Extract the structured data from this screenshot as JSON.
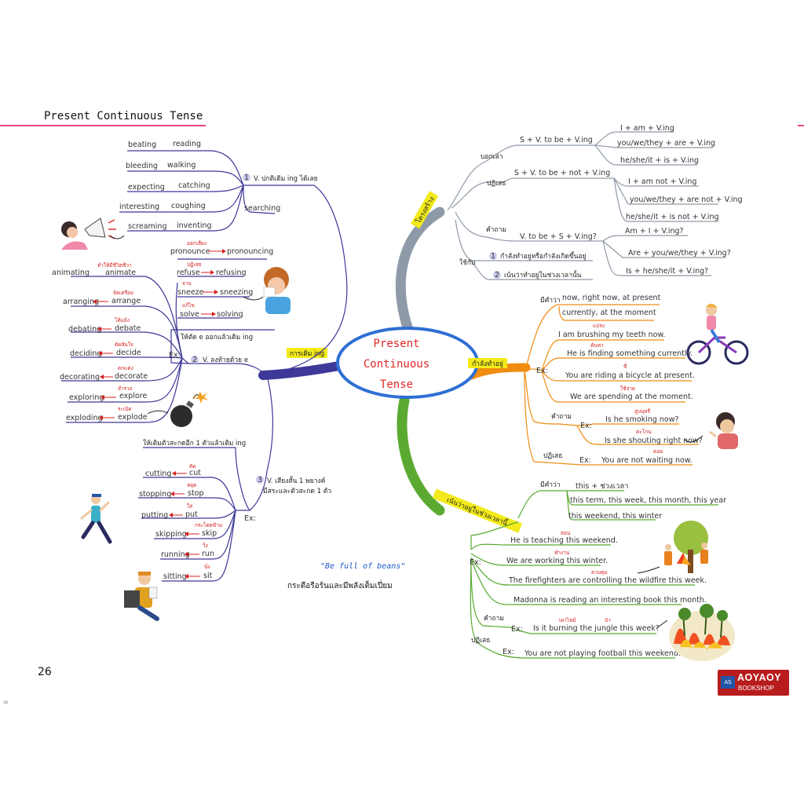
{
  "header": {
    "title": "Present Continuous Tense",
    "page_number": "26",
    "corner_mark": "26"
  },
  "center": {
    "line1": "Present",
    "line2": "Continuous",
    "line3": "Tense"
  },
  "colors": {
    "structure": "#8e9aa8",
    "rules": "#3e3898",
    "usage": "#f08c10",
    "timeframe": "#5aaa32",
    "accent": "#e8468a",
    "highlight": "#f2ea1a"
  },
  "branches": {
    "structure": "โครงสร้าง",
    "rules": "การเติม ing",
    "usage": "กำลังทำอยู่",
    "timeframe": "เน้นว่าอยู่ในช่วงเวลานี้"
  },
  "structure": {
    "affirmative_label": "บอกเล่า",
    "affirmative_formula": "S + V. to be + V.ing",
    "affirmative_rows": [
      "I + am + V.ing",
      "you/we/they + are + V.ing",
      "he/she/it + is + V.ing"
    ],
    "negative_label": "ปฏิเสธ",
    "negative_formula": "S + V. to be + not + V.ing",
    "negative_rows": [
      "I + am not + V.ing",
      "you/we/they + are not + V.ing",
      "he/she/it + is not + V.ing"
    ],
    "question_label": "คำถาม",
    "question_formula": "V. to be + S + V.ing?",
    "question_rows": [
      "Am + I + V.ing?",
      "Are + you/we/they + V.ing?",
      "Is + he/she/it + V.ing?"
    ],
    "usage_label": "ใช้กับ",
    "usage_1": "กำลังทำอยู่หรือกำลังเกิดขึ้นอยู่",
    "usage_2": "เน้นว่าทำอยู่ในช่วงเวลานั้น"
  },
  "rules": {
    "rule1_num": "1",
    "rule1": "V. ปกติเติม ing ได้เลย",
    "rule1_pairs": [
      [
        "beating",
        "reading"
      ],
      [
        "bleeding",
        "walking"
      ],
      [
        "expecting",
        "catching"
      ],
      [
        "interesting",
        "coughing"
      ],
      [
        "screaming",
        "inventing"
      ]
    ],
    "rule1_single": "searching",
    "rule2_intro": "ให้ตัด e ออกแล้วเติม ing",
    "rule2_num": "2",
    "rule2": "V. ลงท้ายด้วย e",
    "rule2_ex": "Ex:",
    "rule2_upper": [
      {
        "base": "pronounce",
        "ing": "pronouncing",
        "th": "ออกเสียง"
      },
      {
        "base": "refuse",
        "ing": "refusing",
        "th": "ปฏิเสธ"
      },
      {
        "base": "sneeze",
        "ing": "sneezing",
        "th": "จาม"
      },
      {
        "base": "solve",
        "ing": "solving",
        "th": "แก้ไข"
      }
    ],
    "rule2_lower": [
      {
        "ing": "animating",
        "base": "animate",
        "th": "ทำให้มีชีวิตชีวา"
      },
      {
        "ing": "arranging",
        "base": "arrange",
        "th": "จัดเตรียม"
      },
      {
        "ing": "debating",
        "base": "debate",
        "th": "โต้แย้ง"
      },
      {
        "ing": "deciding",
        "base": "decide",
        "th": "ตัดสินใจ"
      },
      {
        "ing": "decorating",
        "base": "decorate",
        "th": "ตกแต่ง"
      },
      {
        "ing": "exploring",
        "base": "explore",
        "th": "สำรวจ"
      },
      {
        "ing": "exploding",
        "base": "explode",
        "th": "ระเบิด"
      }
    ],
    "rule3_intro": "ให้เติมตัวสะกดอีก 1 ตัวแล้วเติม ing",
    "rule3_num": "3",
    "rule3_line1": "V. เสียงสั้น 1 พยางค์",
    "rule3_line2": "มีสระและตัวสะกด 1 ตัว",
    "rule3_ex": "Ex:",
    "rule3_items": [
      {
        "ing": "cutting",
        "base": "cut",
        "th": "ตัด"
      },
      {
        "ing": "stopping",
        "base": "stop",
        "th": "หยุด"
      },
      {
        "ing": "putting",
        "base": "put",
        "th": "ใส่"
      },
      {
        "ing": "skipping",
        "base": "skip",
        "th": "กระโดดข้าม"
      },
      {
        "ing": "running",
        "base": "run",
        "th": "วิ่ง"
      },
      {
        "ing": "sitting",
        "base": "sit",
        "th": "นั่ง"
      }
    ]
  },
  "usage": {
    "keywords_label": "มีคำว่า",
    "keywords_1": "now, right now, at present",
    "keywords_2": "currently, at the moment",
    "ex_label": "Ex:",
    "examples": [
      {
        "text": "I am brushing my teeth now.",
        "th": "แปรง"
      },
      {
        "text": "He is finding something currently.",
        "th": "ค้นหา"
      },
      {
        "text": "You are riding a bicycle at present.",
        "th": "ขี่"
      },
      {
        "text": "We are spending at the moment.",
        "th": "ใช้จ่าย"
      }
    ],
    "question_label": "คำถาม",
    "question_ex": "Ex:",
    "questions": [
      {
        "text": "Is he smoking now?",
        "th": "สูบบุหรี่"
      },
      {
        "text": "Is she shouting right now?",
        "th": "ตะโกน"
      }
    ],
    "negative_label": "ปฏิเสธ",
    "negative_ex": "Ex:",
    "negative": {
      "text": "You are not waiting now.",
      "th": "คอย"
    }
  },
  "timeframe": {
    "keywords_label": "มีคำว่า",
    "keywords_1": "this + ช่วงเวลา",
    "keywords_2": "this term, this week, this month, this year",
    "keywords_3": "this weekend, this winter",
    "ex_label": "Ex:",
    "examples": [
      {
        "text": "He is teaching this weekend.",
        "th": "สอน"
      },
      {
        "text": "We are working this winter.",
        "th": "ทำงาน"
      },
      {
        "text": "The firefighters are controlling the wildfire this week.",
        "th": "ควบคุม"
      },
      {
        "text": "Madonna is reading an interesting book this month.",
        "th": ""
      }
    ],
    "question_label": "คำถาม",
    "question_ex": "Ex:",
    "question": {
      "text": "Is it burning the jungle this week?",
      "th": "เผาไหม้",
      "th2": "ป่า"
    },
    "negative_label": "ปฏิเสธ",
    "negative_ex": "Ex:",
    "negative": {
      "text": "You are not playing football this weekend."
    }
  },
  "motto": {
    "english": "\"Be full of beans\"",
    "thai": "กระตือรือร้นและมีพลังเต็มเปี่ยม"
  },
  "logo": {
    "badge": "AS",
    "name": "AOYAOY",
    "sub": "BOOKSHOP"
  },
  "icons": [
    "megaphone-woman-icon",
    "sneezing-boy-icon",
    "bomb-icon",
    "runner-icon",
    "reading-man-icon",
    "cyclist-icon",
    "shouting-woman-icon",
    "firefighters-icon",
    "forest-fire-icon"
  ]
}
